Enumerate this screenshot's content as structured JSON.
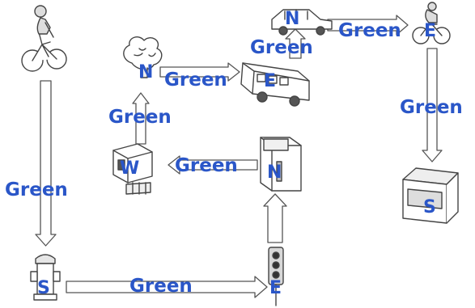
{
  "diagram": {
    "nodes": [
      {
        "id": "bicycle",
        "icon": "bicycle-icon",
        "direction": ""
      },
      {
        "id": "hydrant",
        "icon": "fire-hydrant-icon",
        "direction": "S"
      },
      {
        "id": "traffic_light",
        "icon": "traffic-light-icon",
        "direction": "E"
      },
      {
        "id": "store",
        "icon": "store-icon",
        "direction": "N"
      },
      {
        "id": "house",
        "icon": "house-icon",
        "direction": "W"
      },
      {
        "id": "tree",
        "icon": "tree-icon",
        "direction": "N"
      },
      {
        "id": "bus",
        "icon": "bus-icon",
        "direction": "E"
      },
      {
        "id": "car",
        "icon": "car-icon",
        "direction": "N"
      },
      {
        "id": "motorcycle",
        "icon": "motorcycle-icon",
        "direction": "E"
      },
      {
        "id": "kiosk",
        "icon": "kiosk-icon",
        "direction": "S"
      }
    ],
    "edges": [
      {
        "from": "bicycle",
        "to": "hydrant",
        "label": "Green"
      },
      {
        "from": "hydrant",
        "to": "traffic_light",
        "label": "Green"
      },
      {
        "from": "traffic_light",
        "to": "store",
        "label": ""
      },
      {
        "from": "store",
        "to": "house",
        "label": "Green"
      },
      {
        "from": "house",
        "to": "tree",
        "label": "Green"
      },
      {
        "from": "tree",
        "to": "bus",
        "label": "Green"
      },
      {
        "from": "bus",
        "to": "car",
        "label": "Green"
      },
      {
        "from": "car",
        "to": "motorcycle",
        "label": "Green"
      },
      {
        "from": "motorcycle",
        "to": "kiosk",
        "label": "Green"
      }
    ],
    "colors": {
      "label": "#2a56c8",
      "line": "#555555"
    }
  }
}
